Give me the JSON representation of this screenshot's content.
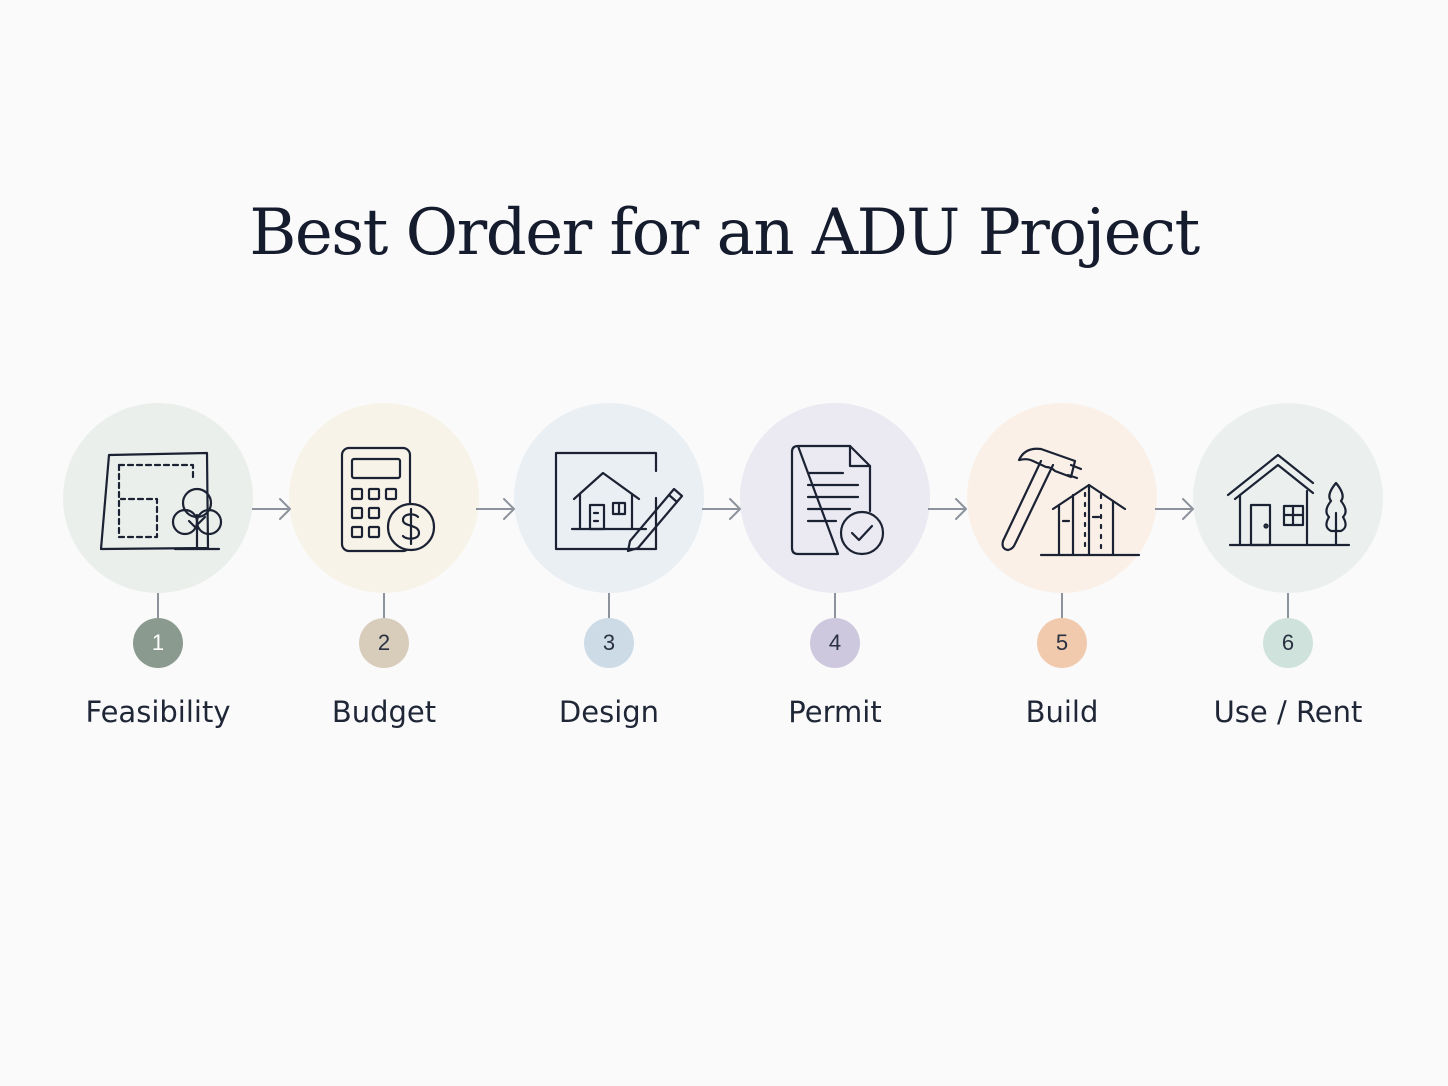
{
  "title": "Best Order for an ADU Project",
  "steps": [
    {
      "number": "1",
      "label": "Feasibility",
      "icon": "site-plan-tree-icon",
      "circle_color": "#ebefeb",
      "badge_color": "#8a9a8f",
      "badge_text_color": "#ffffff"
    },
    {
      "number": "2",
      "label": "Budget",
      "icon": "calculator-dollar-icon",
      "circle_color": "#f7f3e8",
      "badge_color": "#d8cdbb",
      "badge_text_color": "#2a3140"
    },
    {
      "number": "3",
      "label": "Design",
      "icon": "house-drawing-pencil-icon",
      "circle_color": "#eaeff4",
      "badge_color": "#cddbe6",
      "badge_text_color": "#2a3140"
    },
    {
      "number": "4",
      "label": "Permit",
      "icon": "document-checkmark-icon",
      "circle_color": "#ebe9f1",
      "badge_color": "#cdc8de",
      "badge_text_color": "#2a3140"
    },
    {
      "number": "5",
      "label": "Build",
      "icon": "hammer-framing-icon",
      "circle_color": "#faf0e7",
      "badge_color": "#f1c9ad",
      "badge_text_color": "#2a3140"
    },
    {
      "number": "6",
      "label": "Use / Rent",
      "icon": "house-tree-icon",
      "circle_color": "#ebf0ee",
      "badge_color": "#cfe2dc",
      "badge_text_color": "#2a3140"
    }
  ],
  "connector_icon": "arrow-right-icon",
  "colors": {
    "background": "#fafafb",
    "ink": "#1b2233",
    "connector": "#8d939c"
  }
}
